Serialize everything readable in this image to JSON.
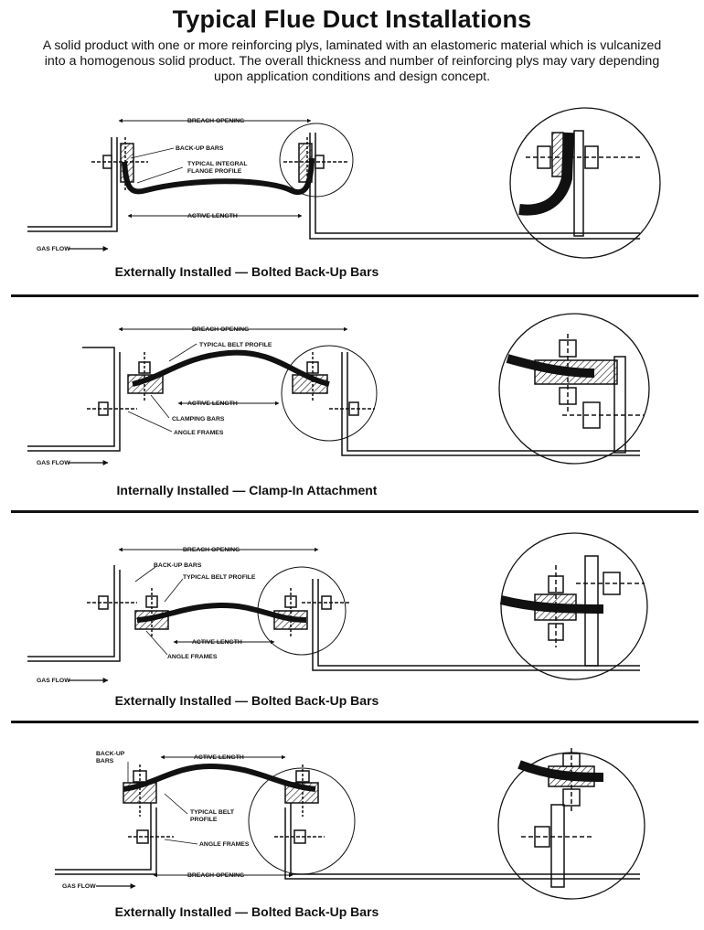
{
  "title": "Typical Flue Duct Installations",
  "intro": "A solid product with one or more reinforcing plys, laminated with an elastomeric material which is vulcanized into a homogenous solid product. The overall thickness and number of reinforcing plys may vary depending upon application conditions and design concept.",
  "panels": [
    {
      "caption": "Externally Installed — Bolted Back-Up Bars",
      "labels": {
        "breach": "BREACH OPENING",
        "backup": "BACK-UP BARS",
        "profile1": "TYPICAL INTEGRAL",
        "profile2": "FLANGE PROFILE",
        "active": "ACTIVE LENGTH",
        "gas": "GAS FLOW"
      }
    },
    {
      "caption": "Internally Installed — Clamp-In Attachment",
      "labels": {
        "breach": "BREACH OPENING",
        "profile": "TYPICAL BELT PROFILE",
        "active": "ACTIVE LENGTH",
        "clamping": "CLAMPING BARS",
        "angle": "ANGLE FRAMES",
        "gas": "GAS FLOW"
      }
    },
    {
      "caption": "Externally Installed — Bolted Back-Up Bars",
      "labels": {
        "breach": "BREACH OPENING",
        "backup": "BACK-UP BARS",
        "profile": "TYPICAL BELT PROFILE",
        "active": "ACTIVE LENGTH",
        "angle": "ANGLE FRAMES",
        "gas": "GAS FLOW"
      }
    },
    {
      "caption": "Externally Installed — Bolted Back-Up Bars",
      "labels": {
        "backup1": "BACK-UP",
        "backup2": "BARS",
        "active": "ACTIVE LENGTH",
        "profile1": "TYPICAL BELT",
        "profile2": "PROFILE",
        "angle": "ANGLE FRAMES",
        "breach": "BREACH OPENING",
        "gas": "GAS FLOW"
      }
    }
  ]
}
